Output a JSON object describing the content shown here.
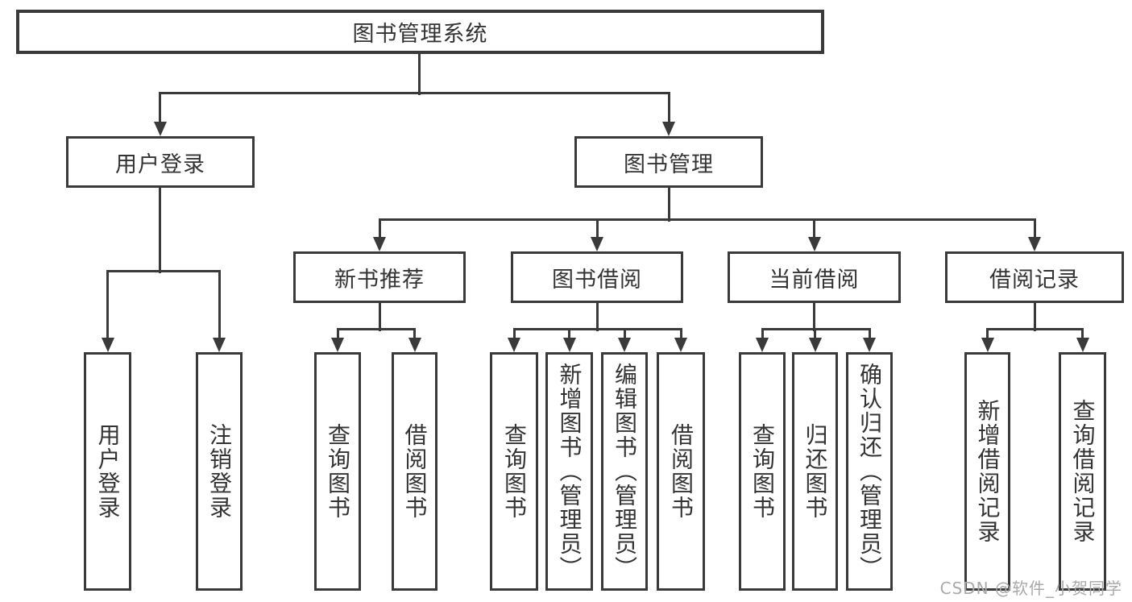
{
  "diagram_type": "feature-tree",
  "tree": {
    "label": "图书管理系统",
    "children": [
      {
        "label": "用户登录",
        "children": [
          {
            "label": "用户登录"
          },
          {
            "label": "注销登录"
          }
        ]
      },
      {
        "label": "图书管理",
        "children": [
          {
            "label": "新书推荐",
            "children": [
              {
                "label": "查询图书"
              },
              {
                "label": "借阅图书"
              }
            ]
          },
          {
            "label": "图书借阅",
            "children": [
              {
                "label": "查询图书"
              },
              {
                "label": "新增图书（管理员）"
              },
              {
                "label": "编辑图书（管理员）"
              },
              {
                "label": "借阅图书"
              }
            ]
          },
          {
            "label": "当前借阅",
            "children": [
              {
                "label": "查询图书"
              },
              {
                "label": "归还图书"
              },
              {
                "label": "确认归还（管理员）"
              }
            ]
          },
          {
            "label": "借阅记录",
            "children": [
              {
                "label": "新增借阅记录"
              },
              {
                "label": "查询借阅记录"
              }
            ]
          }
        ]
      }
    ]
  },
  "watermark": {
    "text": "CSDN @软件_小贺同学"
  },
  "colors": {
    "line": "#3a3a3a",
    "text": "#333333",
    "watermark": "#a9a9a9",
    "background": "#ffffff"
  }
}
